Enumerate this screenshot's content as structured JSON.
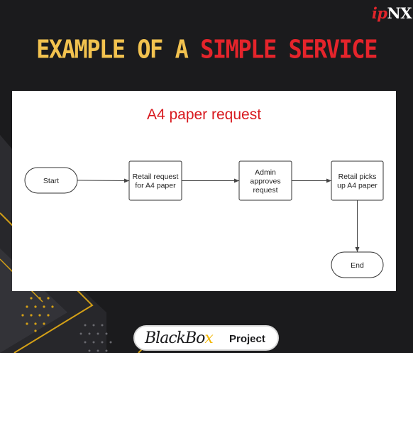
{
  "logo": {
    "part_a": "ip",
    "part_b": "NX"
  },
  "headline": {
    "part_a": "EXAMPLE OF A ",
    "part_b": "SIMPLE SERVICE"
  },
  "diagram": {
    "title": "A4 paper request",
    "nodes": [
      {
        "id": "start",
        "shape": "terminal",
        "lines": [
          "Start"
        ]
      },
      {
        "id": "retail-request",
        "shape": "process",
        "lines": [
          "Retail request",
          "for A4 paper"
        ]
      },
      {
        "id": "admin-approves",
        "shape": "process",
        "lines": [
          "Admin",
          "approves",
          "request"
        ]
      },
      {
        "id": "retail-picks-up",
        "shape": "process",
        "lines": [
          "Retail picks",
          "up A4 paper"
        ]
      },
      {
        "id": "end",
        "shape": "terminal",
        "lines": [
          "End"
        ]
      }
    ],
    "edges": [
      {
        "from": "start",
        "to": "retail-request"
      },
      {
        "from": "retail-request",
        "to": "admin-approves"
      },
      {
        "from": "admin-approves",
        "to": "retail-picks-up"
      },
      {
        "from": "retail-picks-up",
        "to": "end"
      }
    ]
  },
  "badge": {
    "brand_a": "BlackBo",
    "brand_b": "x",
    "project": "Project"
  },
  "colors": {
    "background": "#1b1b1d",
    "headline_gold": "#f2c24f",
    "headline_red": "#e5242b",
    "title_red": "#d8191e",
    "accent_gold": "#d4a017"
  }
}
